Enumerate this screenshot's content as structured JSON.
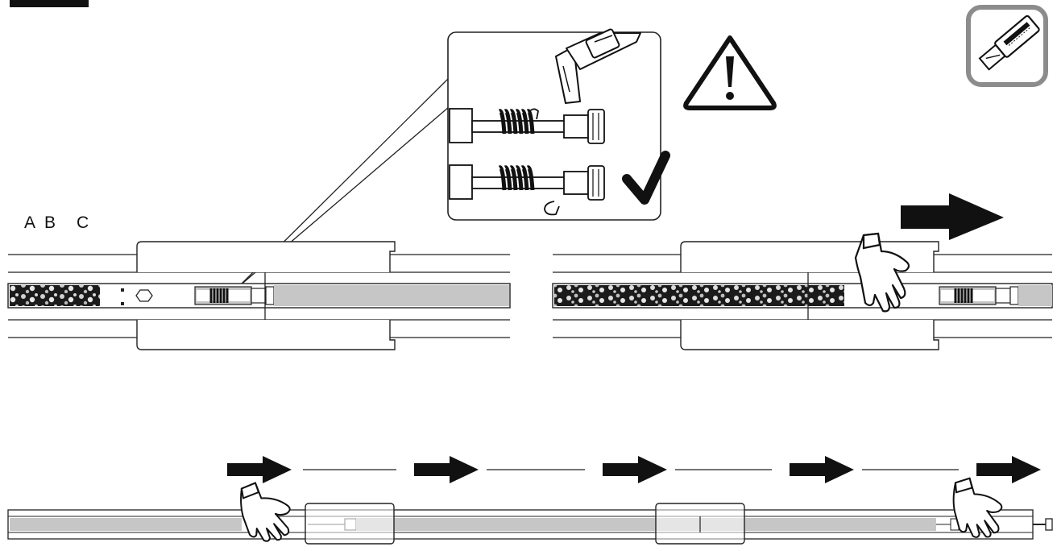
{
  "labels": {
    "a": "A",
    "b": "B",
    "c": "C"
  },
  "icons": {
    "warning": "warning-triangle-icon",
    "knife_badge": "utility-knife-icon",
    "knife_detail": "utility-knife-icon",
    "check": "checkmark-icon",
    "hand": "glove-hand-icon",
    "arrow": "arrow-right-icon",
    "clip": "spring-clip-icon"
  },
  "colors": {
    "ink": "#111111",
    "rod_fill": "#c6c6c6",
    "badge_border": "#8c8c8c",
    "paper": "#ffffff"
  }
}
